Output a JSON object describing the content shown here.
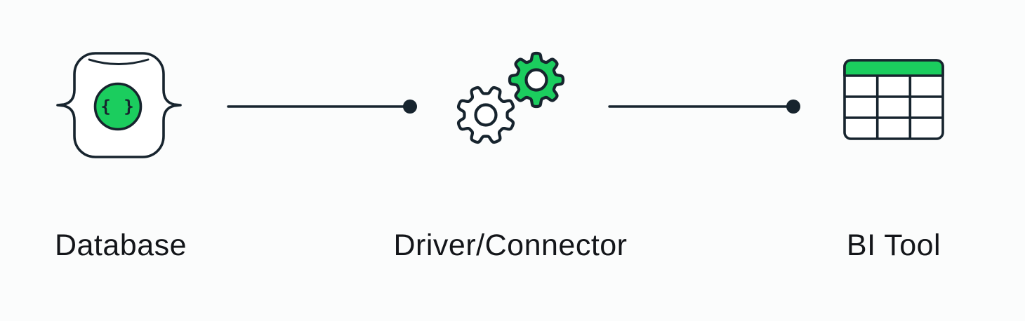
{
  "colors": {
    "bg": "#fbfcfc",
    "stroke": "#17242e",
    "green": "#1bcd5e",
    "text": "#131519",
    "white": "#ffffff"
  },
  "nodes": [
    {
      "label": "Database",
      "icon": "database-braces-icon",
      "glyph": "{ }"
    },
    {
      "label": "Driver/Connector",
      "icon": "gears-icon"
    },
    {
      "label": "BI Tool",
      "icon": "table-grid-icon"
    }
  ],
  "connectors": [
    {
      "from": "Database",
      "to": "Driver/Connector",
      "style": "line-with-end-dot"
    },
    {
      "from": "Driver/Connector",
      "to": "BI Tool",
      "style": "line-with-end-dot"
    }
  ]
}
